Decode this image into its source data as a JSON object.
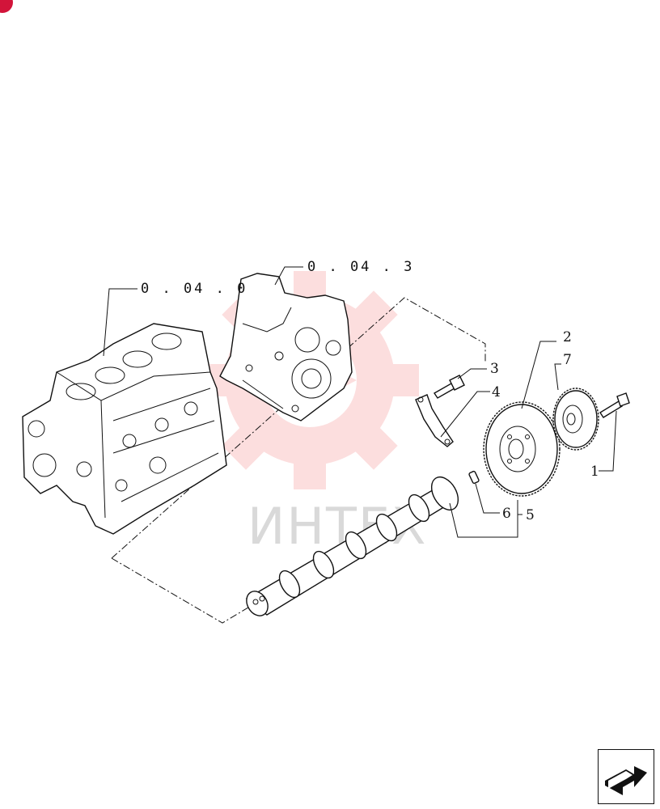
{
  "watermark": {
    "text": "ИНТЕХ",
    "color": "#f26b6b"
  },
  "references": [
    {
      "id": "ref-engine-block",
      "label": "0 . 04 . 0"
    },
    {
      "id": "ref-timing-cover",
      "label": "0 . 04 . 3"
    }
  ],
  "callouts": {
    "c1": "1",
    "c2": "2",
    "c3": "3",
    "c4": "4",
    "c5": "5",
    "c6": "6",
    "c7": "7"
  },
  "icons": {
    "nav": "next-page-arrow-icon",
    "badge": "red-circle-icon"
  },
  "colors": {
    "accent": "#d2143a",
    "line": "#111111"
  }
}
